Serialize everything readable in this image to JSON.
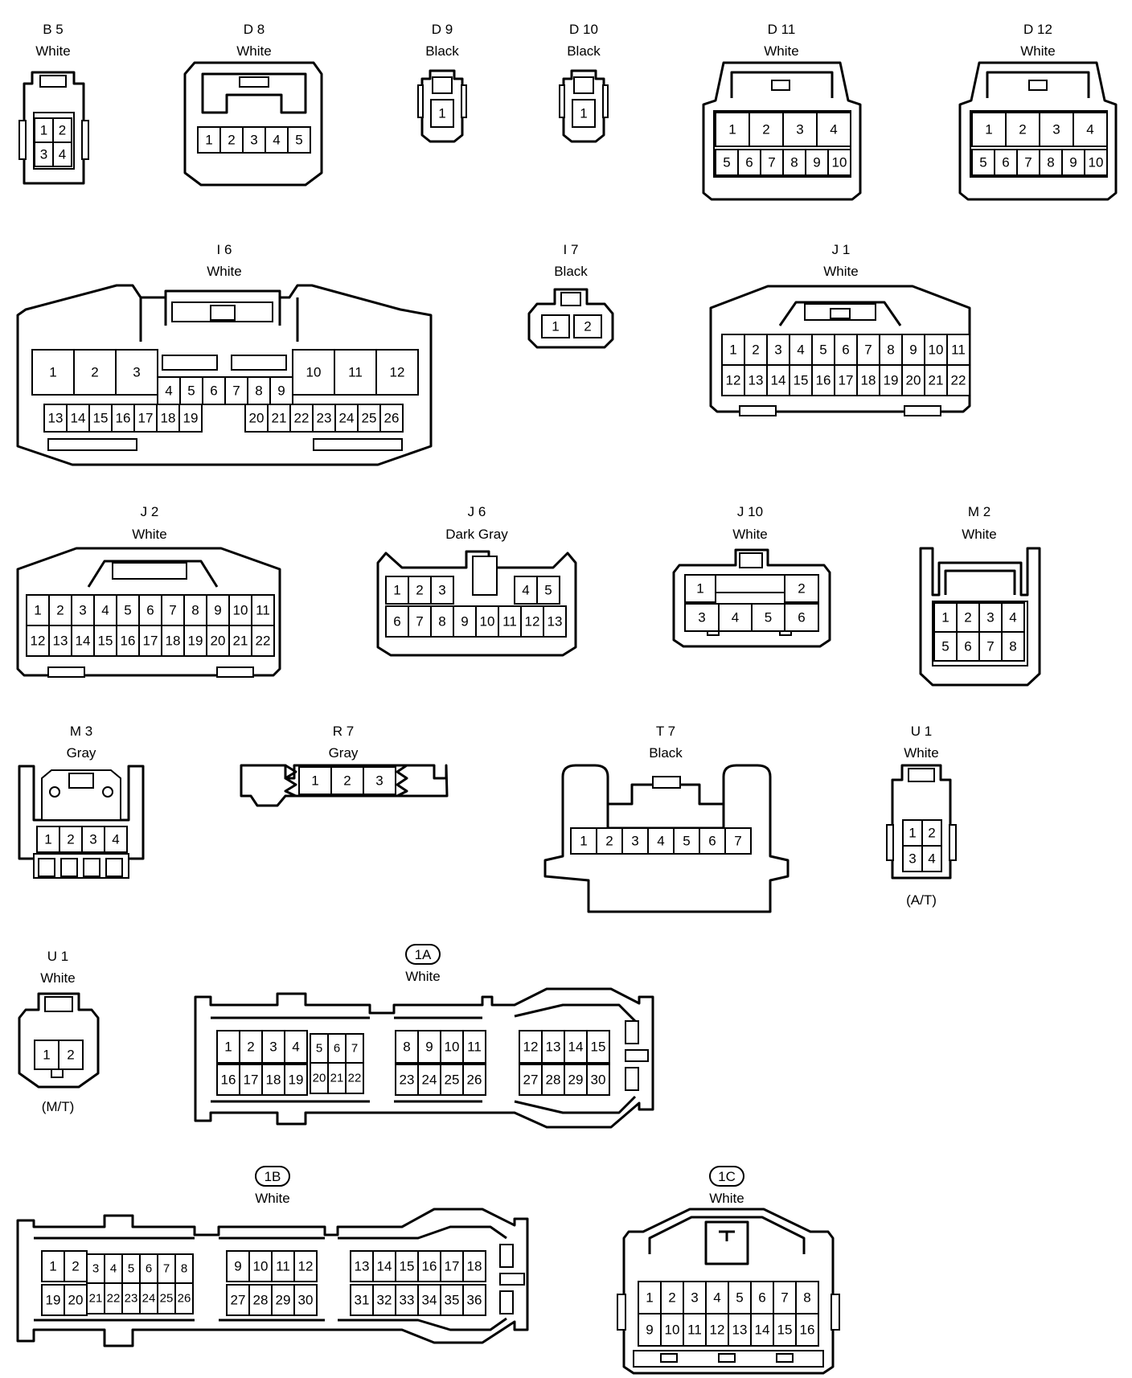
{
  "connectors": [
    {
      "id": "B5",
      "code": "B 5",
      "color": "White",
      "pins": [
        "1",
        "2",
        "3",
        "4"
      ]
    },
    {
      "id": "D8",
      "code": "D 8",
      "color": "White",
      "pins": [
        "1",
        "2",
        "3",
        "4",
        "5"
      ]
    },
    {
      "id": "D9",
      "code": "D 9",
      "color": "Black",
      "pins": [
        "1"
      ]
    },
    {
      "id": "D10",
      "code": "D 10",
      "color": "Black",
      "pins": [
        "1"
      ]
    },
    {
      "id": "D11",
      "code": "D 11",
      "color": "White",
      "pins": [
        "1",
        "2",
        "3",
        "4",
        "5",
        "6",
        "7",
        "8",
        "9",
        "10"
      ]
    },
    {
      "id": "D12",
      "code": "D 12",
      "color": "White",
      "pins": [
        "1",
        "2",
        "3",
        "4",
        "5",
        "6",
        "7",
        "8",
        "9",
        "10"
      ]
    },
    {
      "id": "I6",
      "code": "I 6",
      "color": "White",
      "pins": [
        "1",
        "2",
        "3",
        "4",
        "5",
        "6",
        "7",
        "8",
        "9",
        "10",
        "11",
        "12",
        "13",
        "14",
        "15",
        "16",
        "17",
        "18",
        "19",
        "20",
        "21",
        "22",
        "23",
        "24",
        "25",
        "26"
      ]
    },
    {
      "id": "I7",
      "code": "I 7",
      "color": "Black",
      "pins": [
        "1",
        "2"
      ]
    },
    {
      "id": "J1",
      "code": "J 1",
      "color": "White",
      "pins": [
        "1",
        "2",
        "3",
        "4",
        "5",
        "6",
        "7",
        "8",
        "9",
        "10",
        "11",
        "12",
        "13",
        "14",
        "15",
        "16",
        "17",
        "18",
        "19",
        "20",
        "21",
        "22"
      ]
    },
    {
      "id": "J2",
      "code": "J 2",
      "color": "White",
      "pins": [
        "1",
        "2",
        "3",
        "4",
        "5",
        "6",
        "7",
        "8",
        "9",
        "10",
        "11",
        "12",
        "13",
        "14",
        "15",
        "16",
        "17",
        "18",
        "19",
        "20",
        "21",
        "22"
      ]
    },
    {
      "id": "J6",
      "code": "J 6",
      "color": "Dark Gray",
      "pins": [
        "1",
        "2",
        "3",
        "4",
        "5",
        "6",
        "7",
        "8",
        "9",
        "10",
        "11",
        "12",
        "13"
      ]
    },
    {
      "id": "J10",
      "code": "J 10",
      "color": "White",
      "pins": [
        "1",
        "2",
        "3",
        "4",
        "5",
        "6"
      ]
    },
    {
      "id": "M2",
      "code": "M 2",
      "color": "White",
      "pins": [
        "1",
        "2",
        "3",
        "4",
        "5",
        "6",
        "7",
        "8"
      ]
    },
    {
      "id": "M3",
      "code": "M 3",
      "color": "Gray",
      "pins": [
        "1",
        "2",
        "3",
        "4"
      ]
    },
    {
      "id": "R7",
      "code": "R 7",
      "color": "Gray",
      "pins": [
        "1",
        "2",
        "3"
      ]
    },
    {
      "id": "T7",
      "code": "T 7",
      "color": "Black",
      "pins": [
        "1",
        "2",
        "3",
        "4",
        "5",
        "6",
        "7"
      ]
    },
    {
      "id": "U1AT",
      "code": "U 1",
      "color": "White",
      "note": "(A/T)",
      "pins": [
        "1",
        "2",
        "3",
        "4"
      ]
    },
    {
      "id": "U1MT",
      "code": "U 1",
      "color": "White",
      "note": "(M/T)",
      "pins": [
        "1",
        "2"
      ]
    },
    {
      "id": "1A",
      "code": "1A",
      "color": "White",
      "pins": [
        "1",
        "2",
        "3",
        "4",
        "5",
        "6",
        "7",
        "8",
        "9",
        "10",
        "11",
        "12",
        "13",
        "14",
        "15",
        "16",
        "17",
        "18",
        "19",
        "20",
        "21",
        "22",
        "23",
        "24",
        "25",
        "26",
        "27",
        "28",
        "29",
        "30"
      ]
    },
    {
      "id": "1B",
      "code": "1B",
      "color": "White",
      "pins": [
        "1",
        "2",
        "3",
        "4",
        "5",
        "6",
        "7",
        "8",
        "9",
        "10",
        "11",
        "12",
        "13",
        "14",
        "15",
        "16",
        "17",
        "18",
        "19",
        "20",
        "21",
        "22",
        "23",
        "24",
        "25",
        "26",
        "27",
        "28",
        "29",
        "30",
        "31",
        "32",
        "33",
        "34",
        "35",
        "36"
      ]
    },
    {
      "id": "1C",
      "code": "1C",
      "color": "White",
      "pins": [
        "1",
        "2",
        "3",
        "4",
        "5",
        "6",
        "7",
        "8",
        "9",
        "10",
        "11",
        "12",
        "13",
        "14",
        "15",
        "16"
      ]
    }
  ]
}
